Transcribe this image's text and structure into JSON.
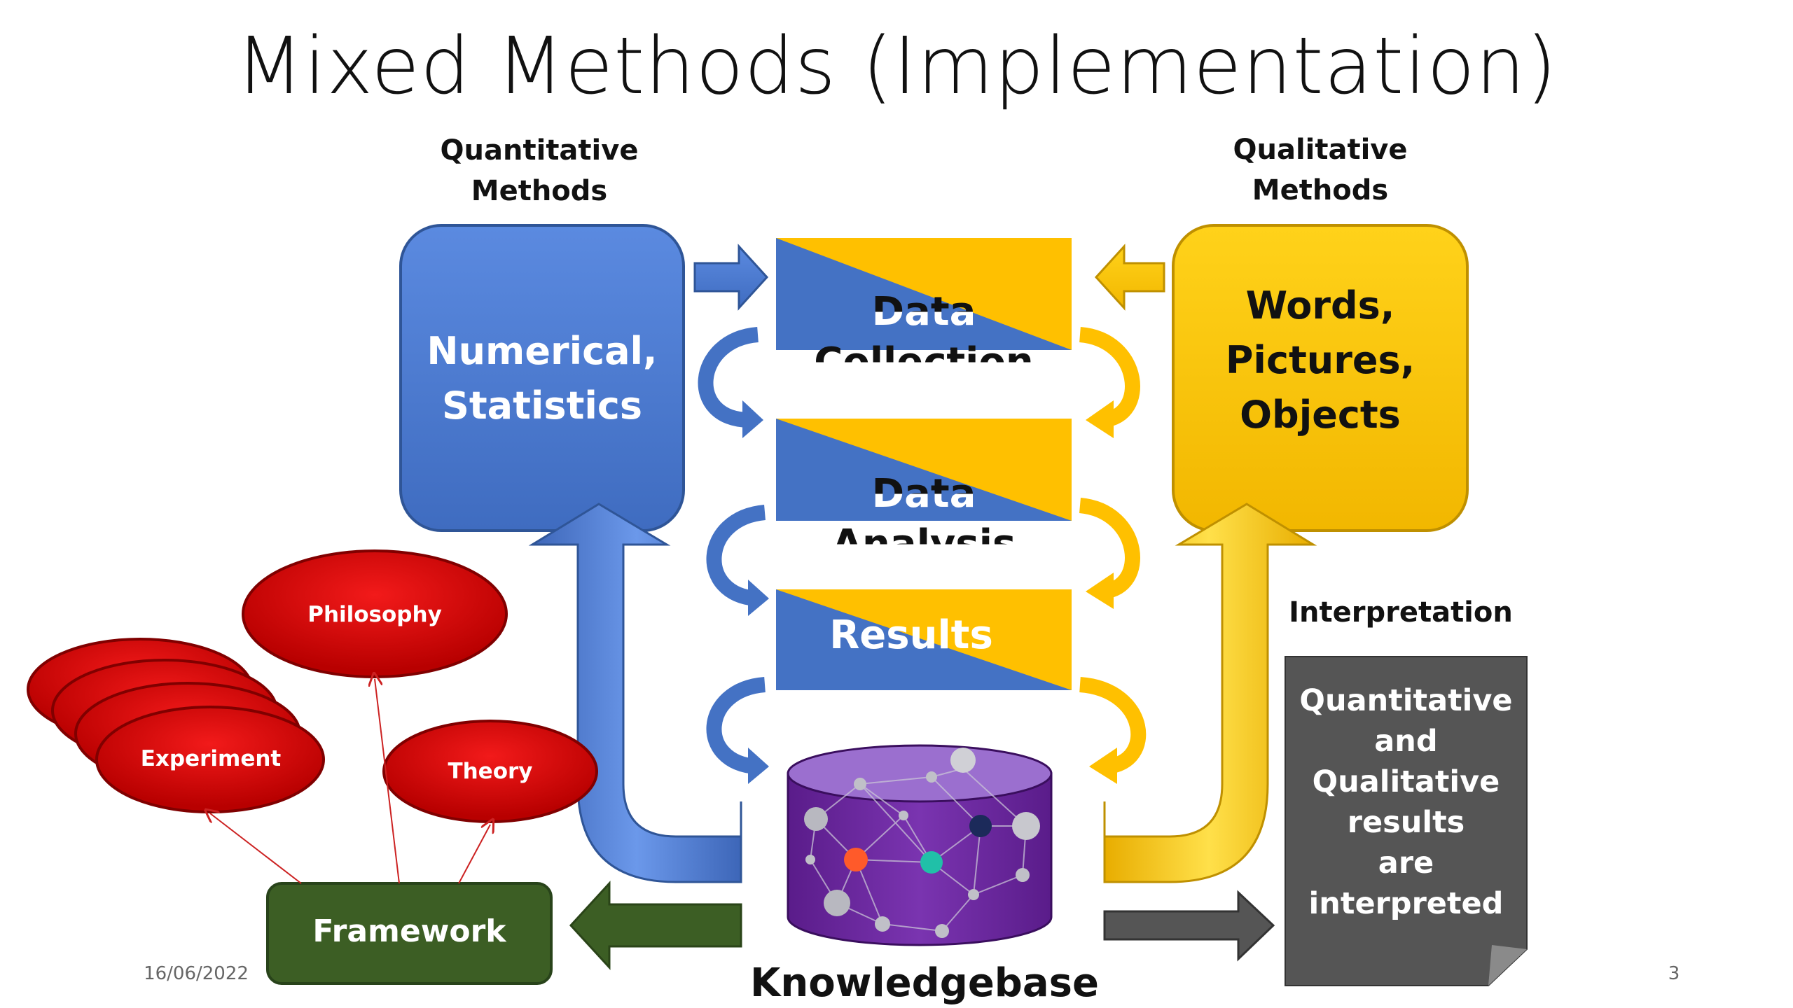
{
  "title": "Mixed Methods (Implementation)",
  "quantitative": {
    "header": "Quantitative\nMethods",
    "box_text": "Numerical,\nStatistics",
    "color": "#4a78cf"
  },
  "qualitative": {
    "header": "Qualitative\nMethods",
    "box_text": "Words,\nPictures,\nObjects",
    "color": "#ffc600"
  },
  "steps": {
    "collection": "Data\nCollection",
    "analysis": "Data\nAnalysis",
    "results": "Results"
  },
  "knowledgebase": "Knowledgebase",
  "interpretation": {
    "header": "Interpretation",
    "text": "Quantitative\nand\nQualitative\nresults\nare\ninterpreted",
    "color": "#555555"
  },
  "framework": {
    "label": "Framework",
    "color": "#3c5e24"
  },
  "concepts": {
    "philosophy": "Philosophy",
    "experiment": "Experiment",
    "theory": "Theory",
    "color": "#cc0000"
  },
  "footer": {
    "date": "16/06/2022",
    "page": "3"
  }
}
